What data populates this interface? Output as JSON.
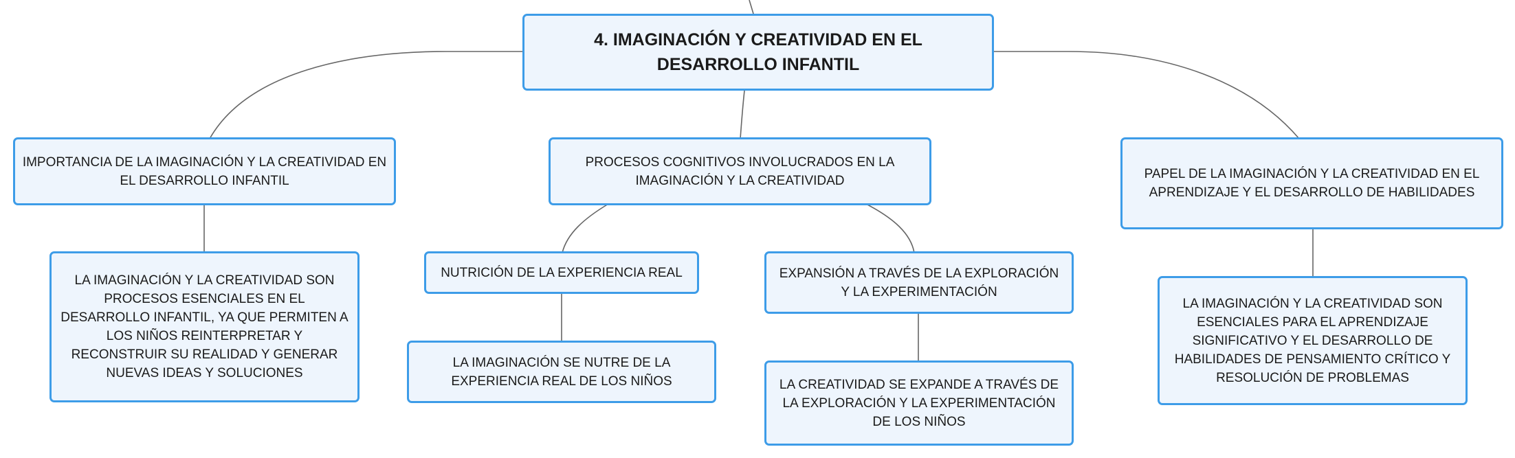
{
  "diagram": {
    "root": "4. IMAGINACIÓN Y CREATIVIDAD EN EL DESARROLLO INFANTIL",
    "branches": [
      {
        "label": "IMPORTANCIA DE LA IMAGINACIÓN Y LA CREATIVIDAD EN EL DESARROLLO INFANTIL",
        "children": [
          {
            "label": "LA IMAGINACIÓN Y LA CREATIVIDAD SON PROCESOS ESENCIALES EN EL DESARROLLO INFANTIL, YA QUE PERMITEN A LOS NIÑOS REINTERPRETAR Y RECONSTRUIR SU REALIDAD Y GENERAR NUEVAS IDEAS Y SOLUCIONES"
          }
        ]
      },
      {
        "label": "PROCESOS COGNITIVOS INVOLUCRADOS EN LA IMAGINACIÓN Y LA CREATIVIDAD",
        "children": [
          {
            "label": "NUTRICIÓN DE LA EXPERIENCIA REAL",
            "children": [
              {
                "label": "LA IMAGINACIÓN SE NUTRE DE LA EXPERIENCIA REAL DE LOS NIÑOS"
              }
            ]
          },
          {
            "label": "EXPANSIÓN A TRAVÉS DE LA EXPLORACIÓN Y LA EXPERIMENTACIÓN",
            "children": [
              {
                "label": "LA CREATIVIDAD SE EXPANDE A TRAVÉS DE LA EXPLORACIÓN Y LA EXPERIMENTACIÓN DE LOS NIÑOS"
              }
            ]
          }
        ]
      },
      {
        "label": "PAPEL DE LA IMAGINACIÓN Y LA CREATIVIDAD EN EL APRENDIZAJE Y EL DESARROLLO DE HABILIDADES",
        "children": [
          {
            "label": "LA IMAGINACIÓN Y LA CREATIVIDAD SON ESENCIALES PARA EL APRENDIZAJE SIGNIFICATIVO Y EL DESARROLLO DE HABILIDADES DE PENSAMIENTO CRÍTICO Y RESOLUCIÓN DE PROBLEMAS"
          }
        ]
      }
    ]
  }
}
